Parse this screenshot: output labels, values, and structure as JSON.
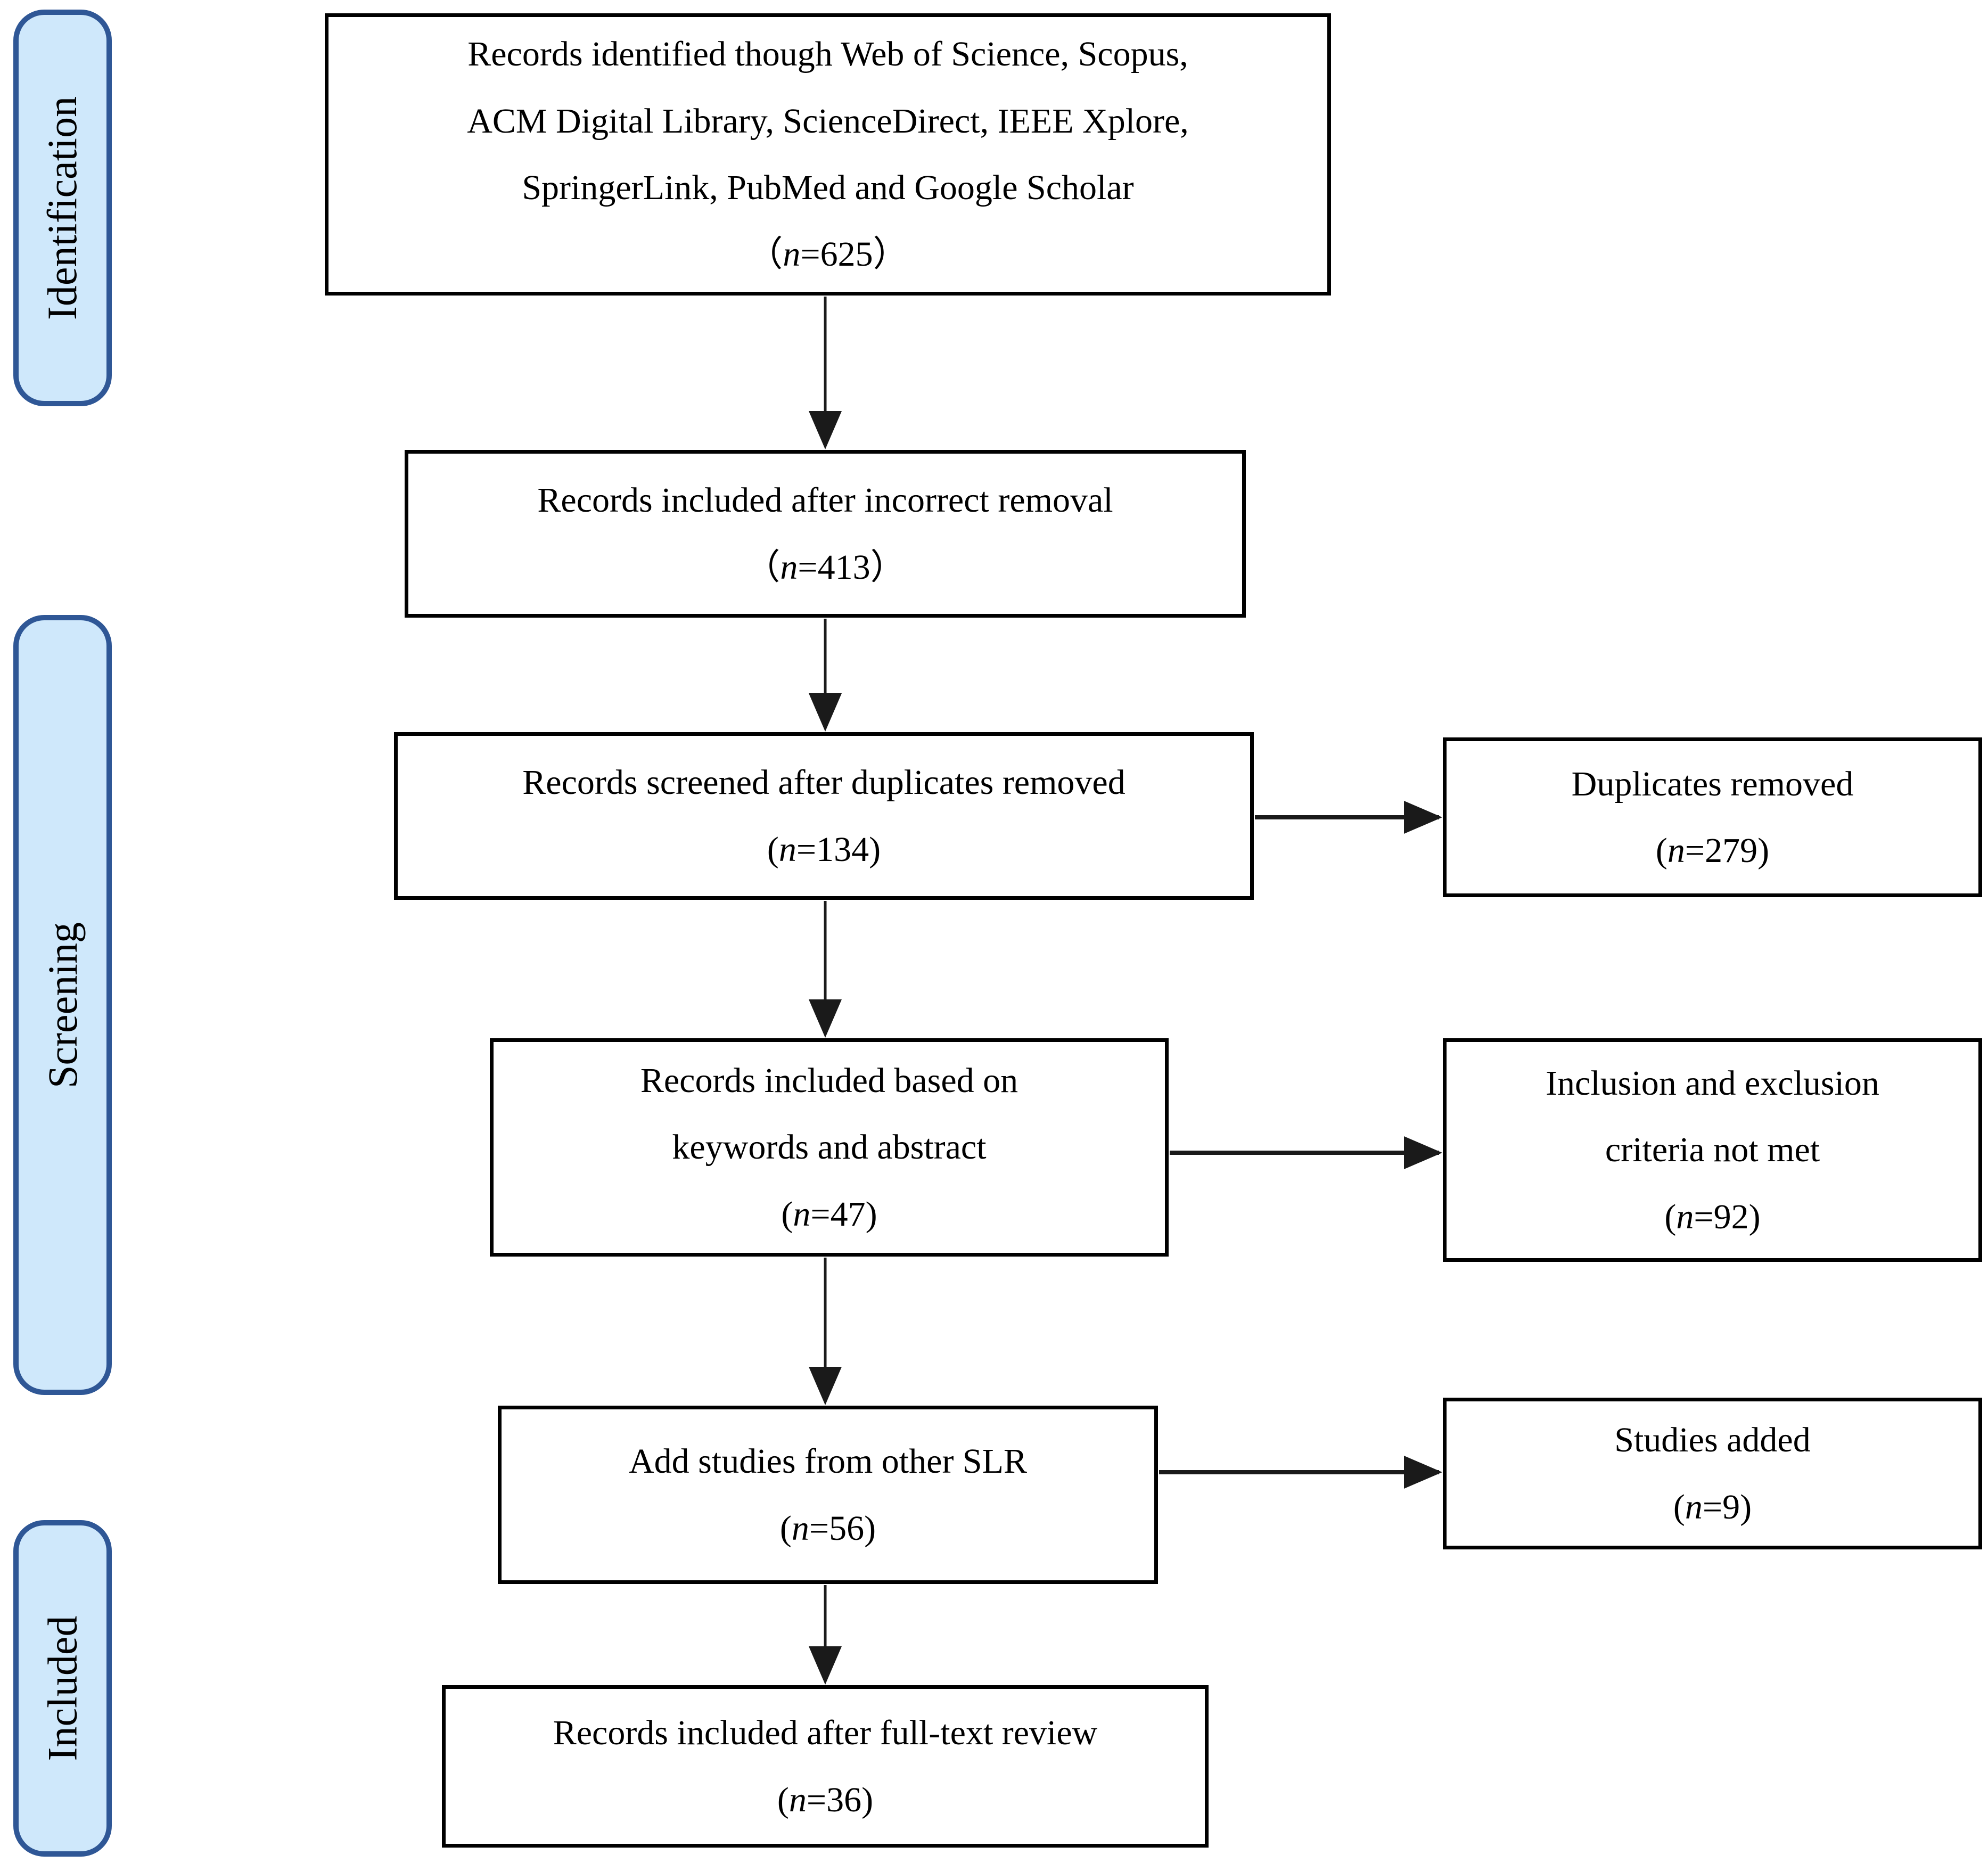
{
  "colors": {
    "stage_fill": "#cfe8fb",
    "stage_border": "#2f5796",
    "box_fill": "#ffffff",
    "box_border": "#000000",
    "arrow": "#1a1a1a",
    "text": "#000000"
  },
  "stages": [
    {
      "label": "Identification"
    },
    {
      "label": "Screening"
    },
    {
      "label": "Included"
    }
  ],
  "boxes": {
    "identified": {
      "lines": [
        "Records identified though Web of Science, Scopus,",
        "ACM Digital Library, ScienceDirect, IEEE Xplore,",
        "SpringerLink, PubMed and Google Scholar"
      ],
      "open": "（",
      "nvar": "n",
      "rest": "=625）"
    },
    "incorrect": {
      "lines": [
        "Records included after incorrect removal"
      ],
      "open": "（",
      "nvar": "n",
      "rest": "=413）"
    },
    "screened": {
      "lines": [
        "Records screened after duplicates removed"
      ],
      "open": "(",
      "nvar": "n",
      "rest": "=134)"
    },
    "keywords": {
      "lines": [
        "Records included based on",
        "keywords and abstract"
      ],
      "open": "(",
      "nvar": "n",
      "rest": "=47)"
    },
    "otherslr": {
      "lines": [
        "Add studies from other SLR"
      ],
      "open": "(",
      "nvar": "n",
      "rest": "=56)"
    },
    "fulltext": {
      "lines": [
        "Records included after full-text review"
      ],
      "open": "(",
      "nvar": "n",
      "rest": "=36)"
    },
    "duplicates": {
      "lines": [
        "Duplicates removed"
      ],
      "open": "(",
      "nvar": "n",
      "rest": "=279)"
    },
    "criteria": {
      "lines": [
        "Inclusion and exclusion",
        "criteria not met"
      ],
      "open": "(",
      "nvar": "n",
      "rest": "=92)"
    },
    "added": {
      "lines": [
        "Studies added"
      ],
      "open": "(",
      "nvar": "n",
      "rest": "=9)"
    }
  }
}
